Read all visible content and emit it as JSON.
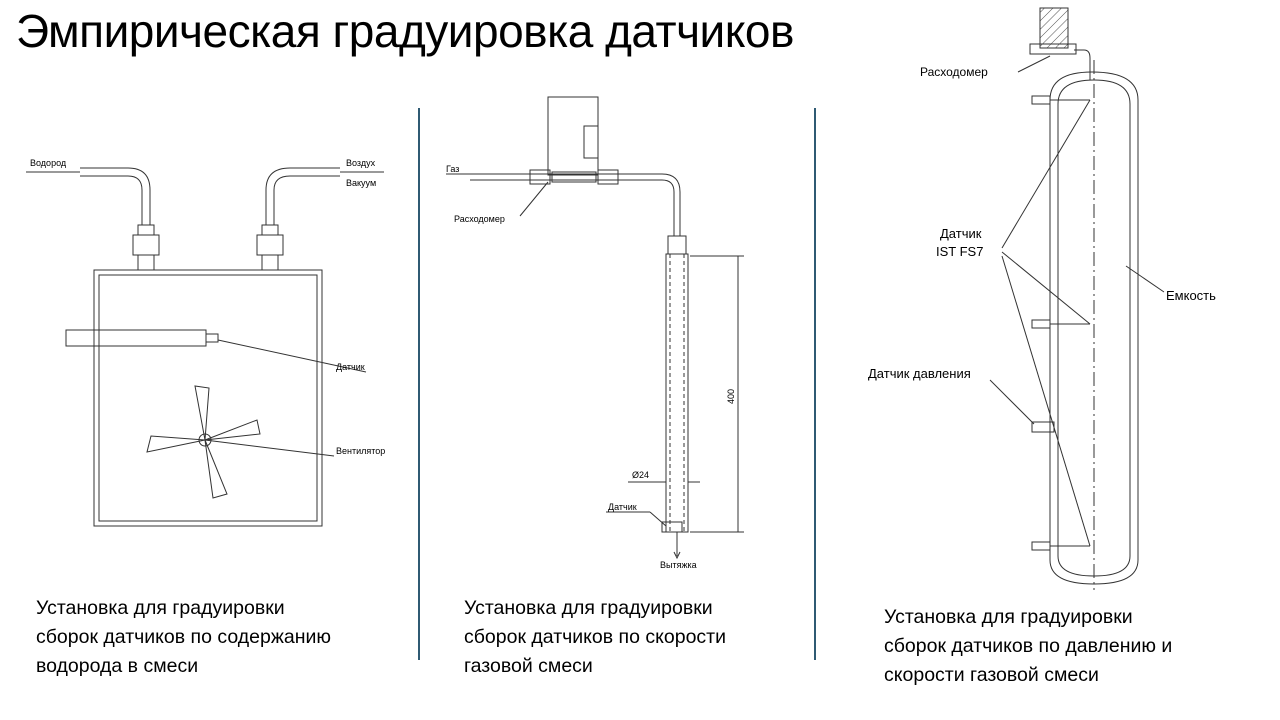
{
  "slide": {
    "title": "Эмпирическая градуировка датчиков"
  },
  "diagram1": {
    "labels": {
      "hydrogen": "Водород",
      "air": "Воздух",
      "vacuum": "Вакуум",
      "sensor": "Датчик",
      "fan": "Вентилятор"
    },
    "caption": "Установка для градуировки\nсборок датчиков по содержанию\nводорода в смеси"
  },
  "diagram2": {
    "labels": {
      "gas": "Газ",
      "flowmeter": "Расходомер",
      "length": "400",
      "diameter": "Ø24",
      "sensor": "Датчик",
      "exhaust": "Вытяжка"
    },
    "caption": "Установка для градуировки\nсборок датчиков по скорости\nгазовой смеси"
  },
  "diagram3": {
    "labels": {
      "flowmeter": "Расходомер",
      "sensor_line1": "Датчик",
      "sensor_line2": "IST FS7",
      "vessel": "Емкость",
      "pressure_sensor": "Датчик давления"
    },
    "caption": "Установка для градуировки\nсборок датчиков по давлению и\nскорости газовой смеси"
  }
}
